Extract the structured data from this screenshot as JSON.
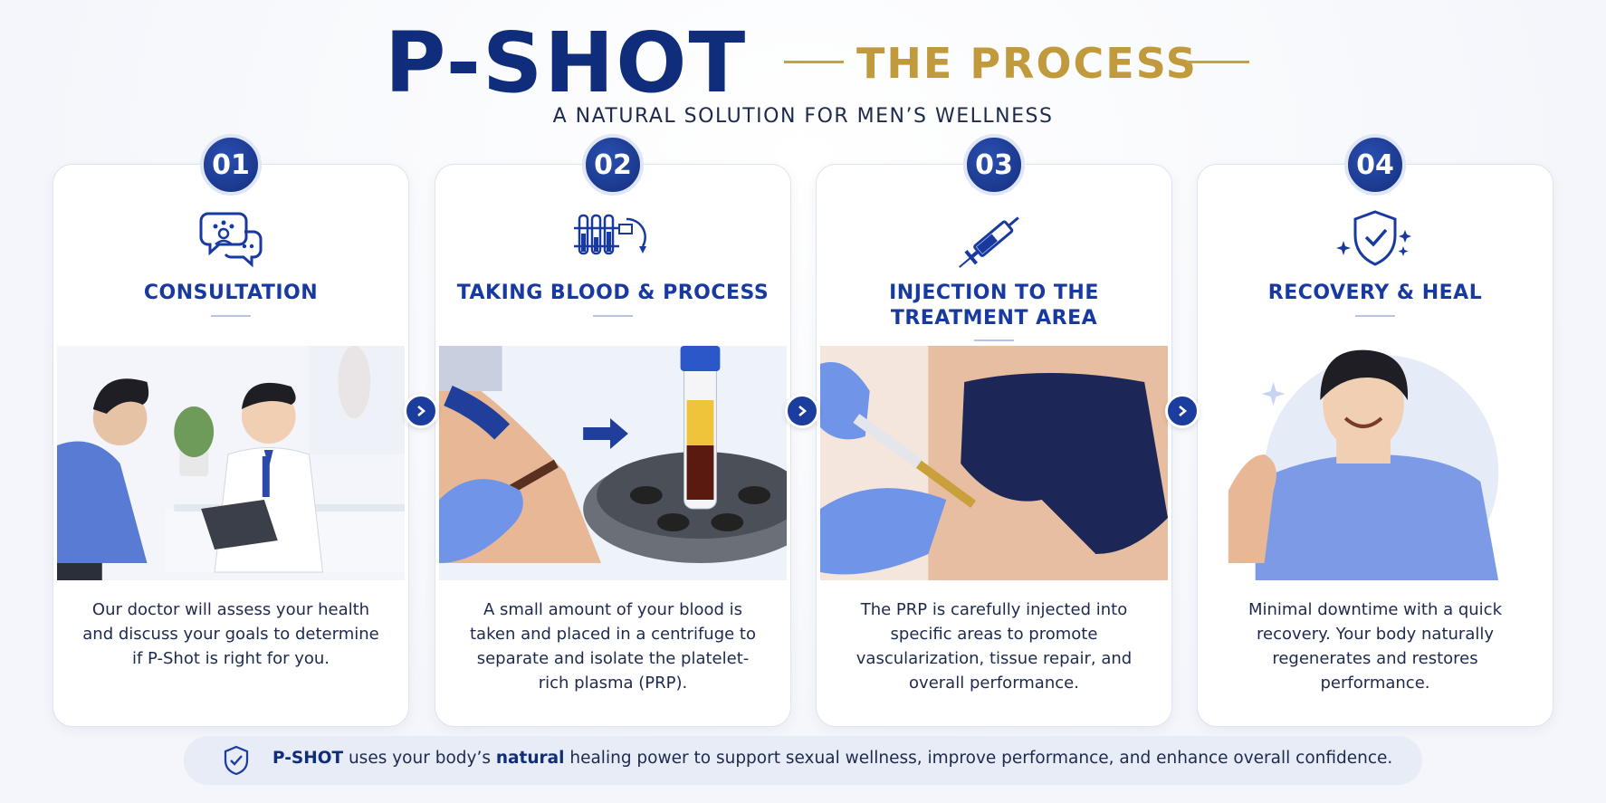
{
  "header": {
    "title": "P-SHOT",
    "subtitle": "THE PROCESS",
    "tagline": "A NATURAL SOLUTION FOR MEN’S WELLNESS"
  },
  "steps": [
    {
      "number": "01",
      "icon": "consultation-chat-icon",
      "title": "CONSULTATION",
      "description": "Our doctor will assess your health and discuss your goals to determine if P-Shot is right for you."
    },
    {
      "number": "02",
      "icon": "blood-test-tubes-icon",
      "title": "TAKING BLOOD & PROCESS",
      "description": "A small amount of your blood is taken and placed in a centrifuge to separate and isolate the platelet-rich plasma (PRP)."
    },
    {
      "number": "03",
      "icon": "syringe-icon",
      "title": "INJECTION TO THE TREATMENT AREA",
      "description": "The PRP is carefully injected into specific areas to promote vascularization, tissue repair, and overall performance."
    },
    {
      "number": "04",
      "icon": "shield-check-icon",
      "title": "RECOVERY & HEAL",
      "description": "Minimal downtime with a quick recovery. Your body naturally regenerates and restores performance."
    }
  ],
  "footer": {
    "brand": "P-SHOT",
    "text_1": " uses your body’s ",
    "emphasis": "natural",
    "text_2": " healing power to support sexual wellness, improve performance, and enhance overall confidence."
  },
  "colors": {
    "navy": "#0f2d7a",
    "gold": "#c09a3c",
    "accent_blue": "#183aa0",
    "background": "#f4f6fb"
  }
}
